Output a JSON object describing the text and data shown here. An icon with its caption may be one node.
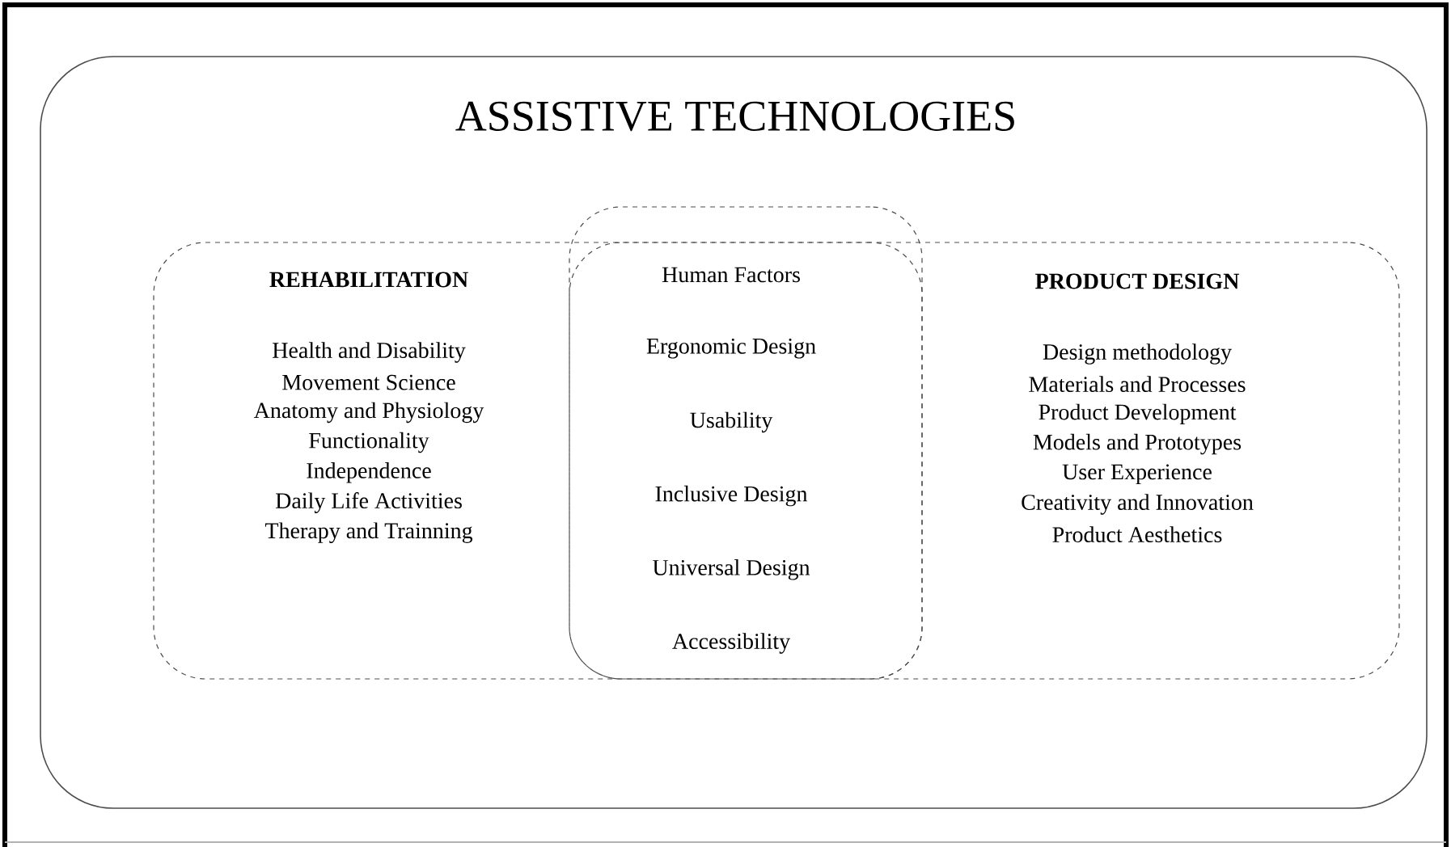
{
  "diagram": {
    "nodes": [
      {
        "text": [
          "ASSISTIVE TECHNOLOGIES"
        ]
      },
      {
        "text": [
          "REHABILITATION",
          "Health and Disability",
          "Movement Science",
          "Anatomy and Physiology",
          "Functionality",
          "Independence",
          "Daily Life Activities",
          "Therapy and Trainning"
        ],
        "in": 0
      },
      {
        "text": [
          "Human Factors",
          "Ergonomic Design",
          "Usability",
          "Inclusive Design",
          "Universal Design",
          "Accessibility"
        ],
        "in": 0
      },
      {
        "text": [
          "PRODUCT DESIGN",
          "Design methodology",
          "Materials and Processes",
          "Product Development",
          "Models and Prototypes",
          "User Experience",
          "Creativity and Innovation",
          "Product Aesthetics"
        ],
        "in": 0
      }
    ]
  }
}
